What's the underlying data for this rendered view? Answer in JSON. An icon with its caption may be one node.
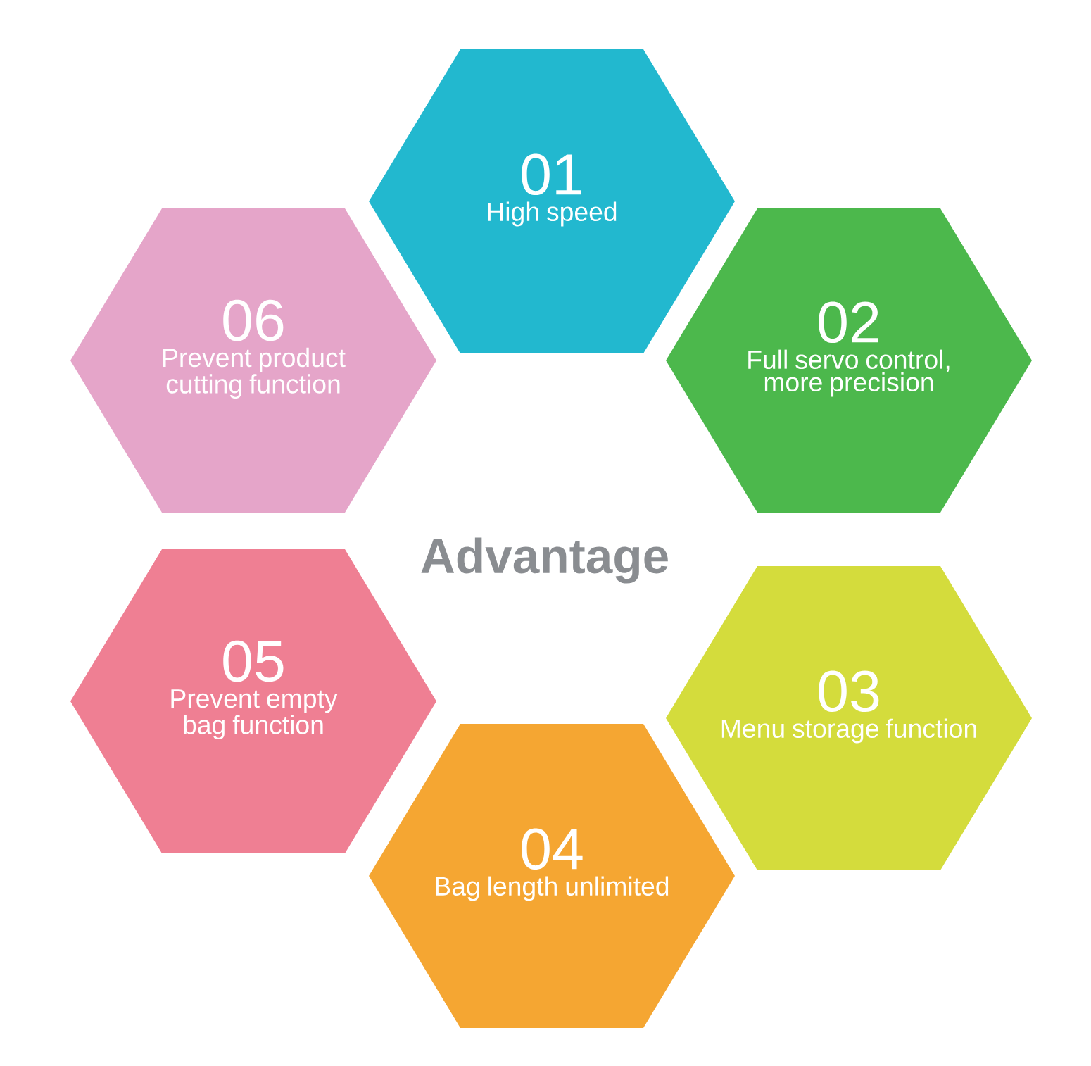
{
  "diagram": {
    "nodes": [
      {
        "text": [
          "01",
          "High speed"
        ]
      },
      {
        "text": [
          "02",
          "Full servo control, more precision"
        ]
      },
      {
        "text": [
          "03",
          "Menu storage function"
        ]
      },
      {
        "text": [
          "04",
          "Bag length unlimited"
        ]
      },
      {
        "text": [
          "05",
          "Prevent empty bag function"
        ]
      },
      {
        "text": [
          "06",
          "Prevent product cutting function"
        ]
      }
    ],
    "labels": [
      "Advantage"
    ]
  }
}
